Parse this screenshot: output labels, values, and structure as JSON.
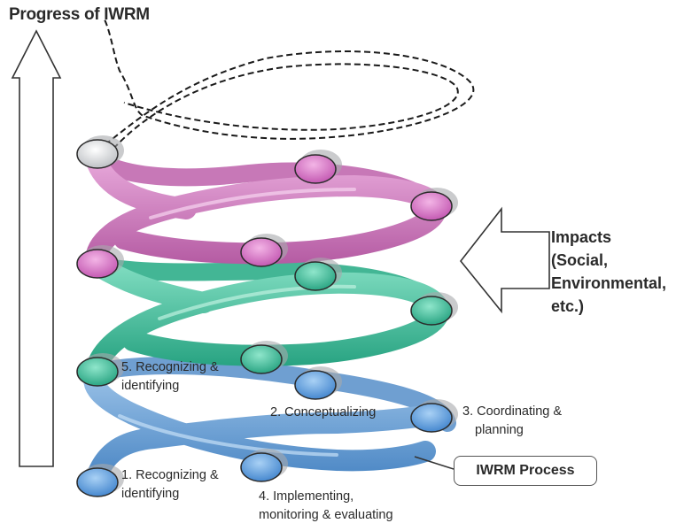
{
  "title": "Progress of IWRM",
  "impacts": {
    "label": "Impacts",
    "lines": [
      "(Social,",
      "Environmental,",
      "etc.)"
    ]
  },
  "process_label": "IWRM Process",
  "steps": [
    {
      "number": "1.",
      "lines": [
        "1. Recognizing &",
        "identifying"
      ]
    },
    {
      "number": "2.",
      "lines": [
        "2. Conceptualizing"
      ]
    },
    {
      "number": "3.",
      "lines": [
        "3. Coordinating &",
        "planning"
      ]
    },
    {
      "number": "4.",
      "lines": [
        "4. Implementing,",
        "monitoring & evaluating"
      ]
    },
    {
      "number": "5.",
      "lines": [
        "5. Recognizing &",
        "identifying"
      ]
    }
  ],
  "colors": {
    "loop_1": "#6a9fd2",
    "loop_2": "#3ebf9e",
    "loop_3": "#c66cb4",
    "loop_future": "#d8dadc",
    "node_1": "#5a9ad8",
    "node_2": "#3fb897",
    "node_3": "#d270c0",
    "node_future": "#e4e6e8",
    "outline": "#2b2b2b"
  }
}
